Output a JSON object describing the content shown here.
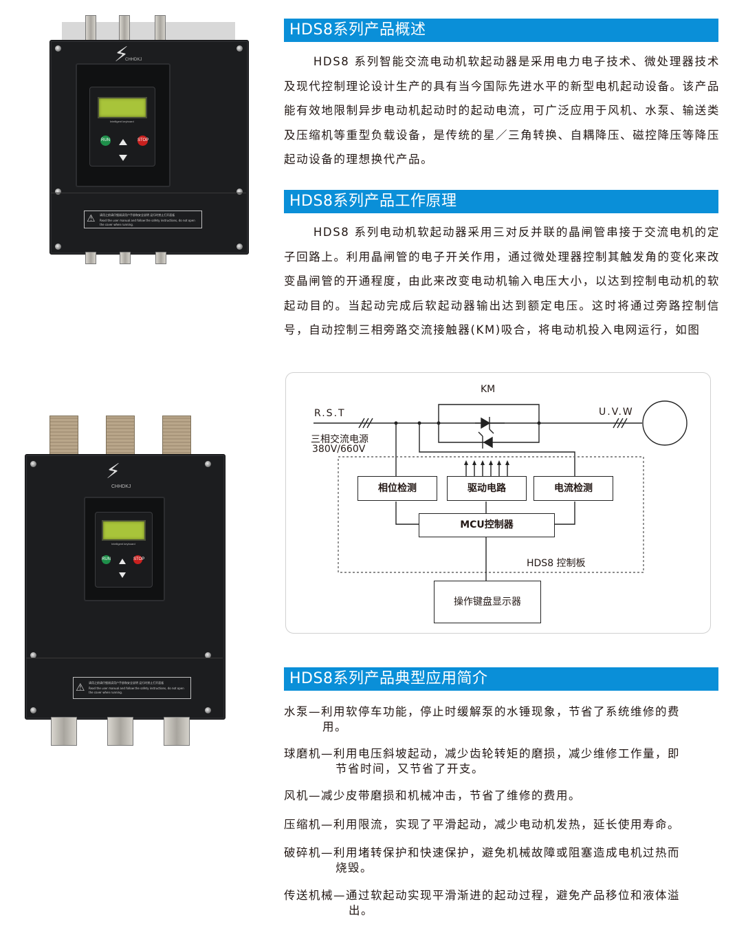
{
  "sections": {
    "overview": {
      "title": "HDS8系列产品概述",
      "body": "HDS8 系列智能交流电动机软起动器是采用电力电子技术、微处理器技术及现代控制理论设计生产的具有当今国际先进水平的新型电机起动设备。该产品能有效地限制异步电动机起动时的起动电流，可广泛应用于风机、水泵、输送类及压缩机等重型负载设备，是传统的星／三角转换、自耦降压、磁控降压等降压起动设备的理想换代产品。"
    },
    "principle": {
      "title": "HDS8系列产品工作原理",
      "body": "HDS8 系列电动机软起动器采用三对反并联的晶闸管串接于交流电机的定子回路上。利用晶闸管的电子开关作用，通过微处理器控制其触发角的变化来改变晶闸管的开通程度，由此来改变电动机输入电压大小，以达到控制电动机的软起动目的。当起动完成后软起动器输出达到额定电压。这时将通过旁路控制信号，自动控制三相旁路交流接触器(KM)吸合，将电动机投入电网运行，如图"
    },
    "applications": {
      "title": "HDS8系列产品典型应用简介",
      "items": [
        {
          "head": "水泵—利用软停车功能，停止时缓解泵的水锤现象，节省了系统维修的费",
          "tail": "用。"
        },
        {
          "head": "球磨机—利用电压斜坡起动，减少齿轮转矩的磨损，减少维修工作量，即",
          "tail": "节省时间，又节省了开支。"
        },
        {
          "head": "风机—减少皮带磨损和机械冲击，节省了维修的费用。",
          "tail": ""
        },
        {
          "head": "压缩机—利用限流，实现了平滑起动，减少电动机发热，延长使用寿命。",
          "tail": ""
        },
        {
          "head": "破碎机—利用堵转保护和快速保护，避免机械故障或阻塞造成电机过热而",
          "tail": "烧毁。"
        },
        {
          "head": "传送机械—通过软起动实现平滑渐进的起动过程，避免产品移位和液体溢",
          "tail": "出。"
        }
      ]
    }
  },
  "diagram": {
    "km": "KM",
    "rst": "R.S.T",
    "uvw": "U.V.W",
    "power_label": "三相交流电源",
    "voltage_label": "380V/660V",
    "phase_detect": "相位检测",
    "drive_circuit": "驱动电路",
    "current_detect": "电流检测",
    "mcu": "MCU控制器",
    "board": "HDS8  控制板",
    "keypad_display": "操作键盘显示器"
  },
  "device": {
    "brand": "CHHDKJ",
    "keypad_label": "Intelligent keyboard",
    "run": "RUN",
    "stop": "STOP",
    "warning_cn": "请用之前请仔细阅读用户手册和安全说明 运行时禁止打开面板",
    "warning_en": "Read the user manual and follow the safety instructions, do not open the cover when running."
  },
  "colors": {
    "banner": "#0a8fd8",
    "device_body": "#1c1d1f",
    "lcd": "#a8c43a",
    "run_button": "#1e8f4a",
    "stop_button": "#c8201e"
  }
}
